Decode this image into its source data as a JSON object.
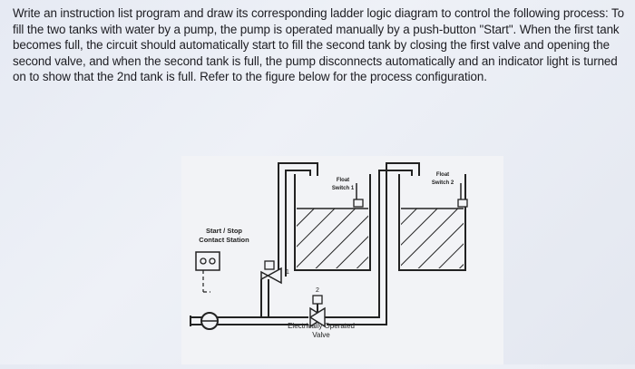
{
  "problem": {
    "text": "Write an instruction list program and draw its corresponding ladder logic diagram to control the following process: To fill the two tanks with water by a pump, the pump is operated manually by a push-button \"Start\". When the first tank becomes full, the circuit should automatically start to fill the second tank by closing the first valve and opening the second valve, and when the second tank is full, the pump disconnects automatically and an indicator light is turned on to show that the 2nd tank is full. Refer to the figure below for the process configuration."
  },
  "figure": {
    "float_switch_1": [
      "Float",
      "Switch 1"
    ],
    "float_switch_2": [
      "Float",
      "Switch 2"
    ],
    "station": [
      "Start / Stop",
      "Contact Station"
    ],
    "valve_1_number": "1",
    "valve_2_number": "2",
    "valve_caption": [
      "Electrically Operated",
      "Valve"
    ]
  }
}
